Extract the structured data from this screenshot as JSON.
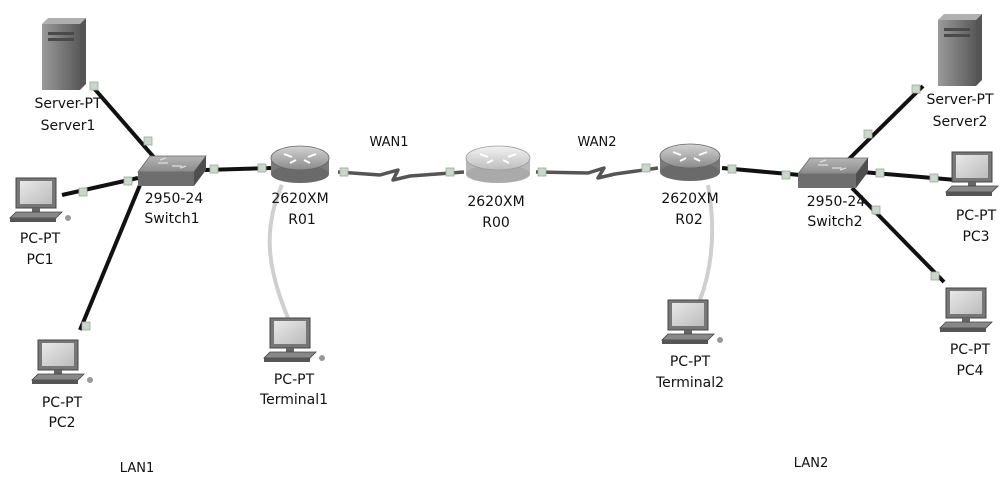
{
  "devices": {
    "server1": {
      "model": "Server-PT",
      "name": "Server1"
    },
    "server2": {
      "model": "Server-PT",
      "name": "Server2"
    },
    "switch1": {
      "model": "2950-24",
      "name": "Switch1"
    },
    "switch2": {
      "model": "2950-24",
      "name": "Switch2"
    },
    "r01": {
      "model": "2620XM",
      "name": "R01"
    },
    "r00": {
      "model": "2620XM",
      "name": "R00"
    },
    "r02": {
      "model": "2620XM",
      "name": "R02"
    },
    "pc1": {
      "model": "PC-PT",
      "name": "PC1"
    },
    "pc2": {
      "model": "PC-PT",
      "name": "PC2"
    },
    "pc3": {
      "model": "PC-PT",
      "name": "PC3"
    },
    "pc4": {
      "model": "PC-PT",
      "name": "PC4"
    },
    "terminal1": {
      "model": "PC-PT",
      "name": "Terminal1"
    },
    "terminal2": {
      "model": "PC-PT",
      "name": "Terminal2"
    }
  },
  "links": {
    "wan1": "WAN1",
    "wan2": "WAN2"
  },
  "areas": {
    "lan1": "LAN1",
    "lan2": "LAN2"
  },
  "colors": {
    "ethernet": "#111111",
    "serial": "#555555",
    "console": "#cfcfcf",
    "port_dot": "#ccd6cc"
  }
}
